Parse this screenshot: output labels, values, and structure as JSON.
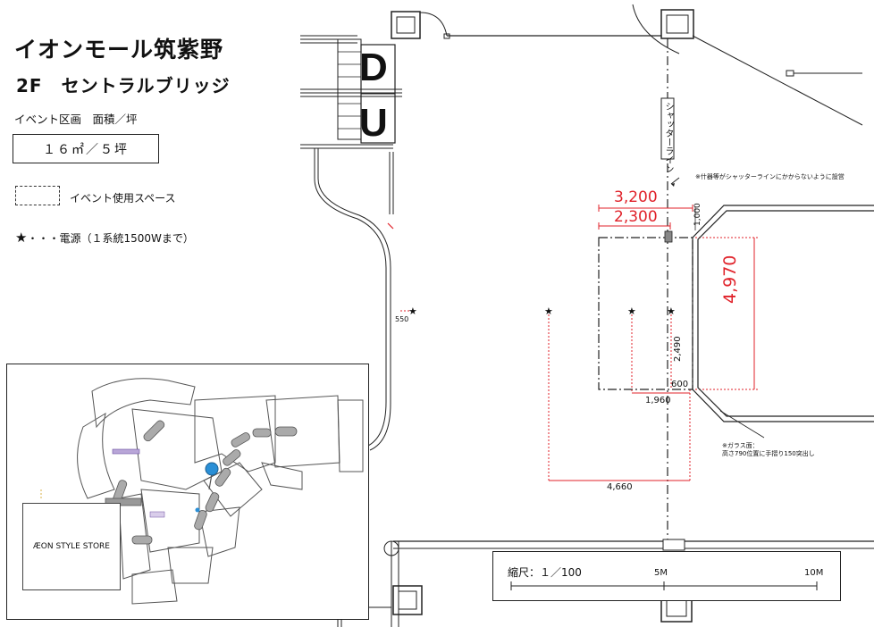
{
  "header": {
    "title_line1": "イオンモール筑紫野",
    "title_line2": "2F　セントラルブリッジ"
  },
  "info": {
    "area_label": "イベント区画　面積／坪",
    "area_value": "１６㎡／５坪"
  },
  "legend": {
    "event_space_label": "イベント使用スペース",
    "power_label": "・・・電源（１系統1500Wまで）",
    "power_symbol": "★"
  },
  "plan": {
    "shutter_line_label": "シャッターライン",
    "shutter_note": "※什器等がシャッターラインにかからないように設営",
    "glass_note_line1": "※ガラス面：",
    "glass_note_line2": "高さ790位置に手摺り150突出し",
    "stair_labels": [
      "D",
      "U"
    ],
    "dimensions": {
      "d3200": "3,200",
      "d2300": "2,300",
      "d4970": "4,970",
      "d1000": "1,000",
      "d2490": "2,490",
      "d600": "600",
      "d1960": "1,960",
      "d4660": "4,660",
      "d550": "550"
    }
  },
  "scale": {
    "label": "縮尺：１／100",
    "tick_5m": "5M",
    "tick_10m": "10M"
  },
  "inset_map": {
    "store_label": "ÆON STYLE STORE"
  },
  "colors": {
    "dimension_red": "#e0222a",
    "marker_blue": "#2a8fd6",
    "line": "#222222"
  }
}
